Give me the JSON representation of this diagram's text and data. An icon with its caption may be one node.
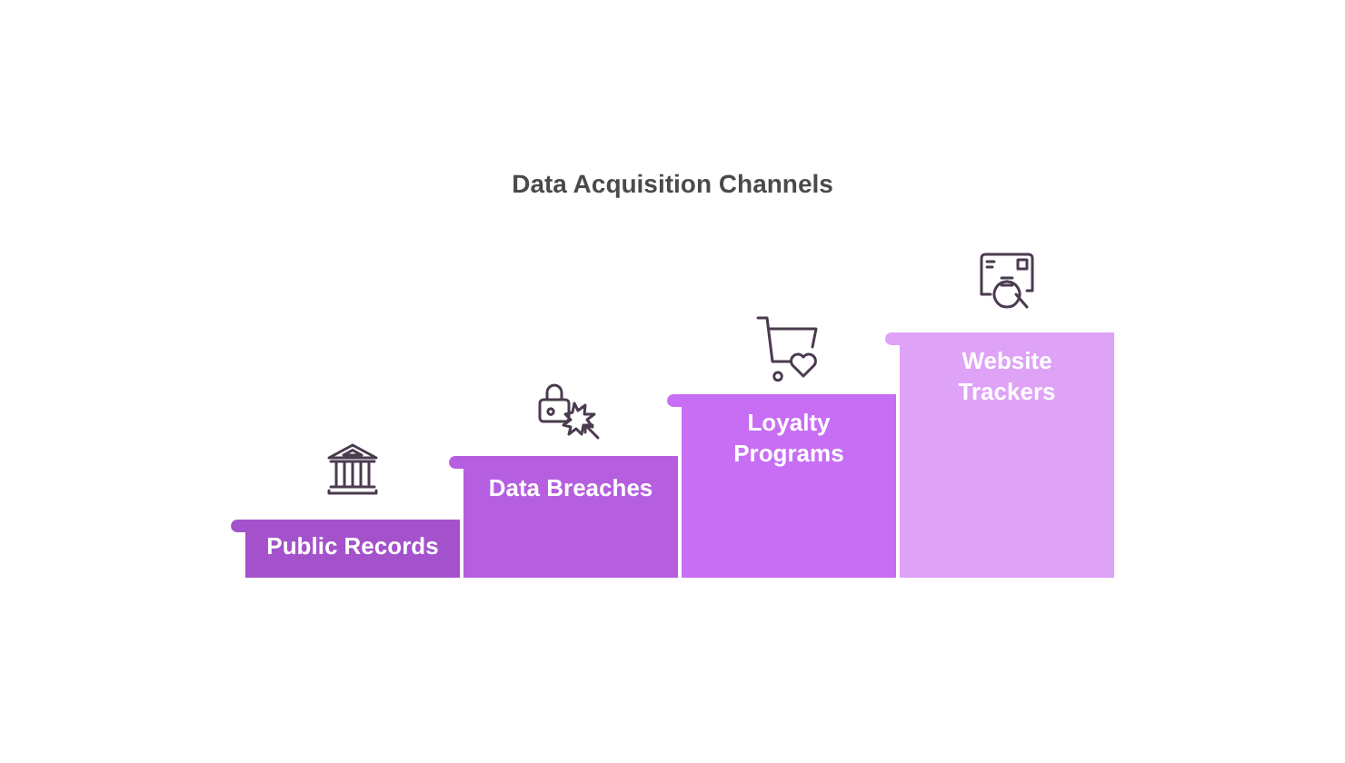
{
  "diagram": {
    "title": "Data Acquisition Channels",
    "nodes": [
      {
        "text": [
          "Public Records"
        ]
      },
      {
        "text": [
          "Data Breaches"
        ]
      },
      {
        "text": [
          "Loyalty Programs"
        ]
      },
      {
        "text": [
          "Website Trackers"
        ]
      }
    ]
  }
}
